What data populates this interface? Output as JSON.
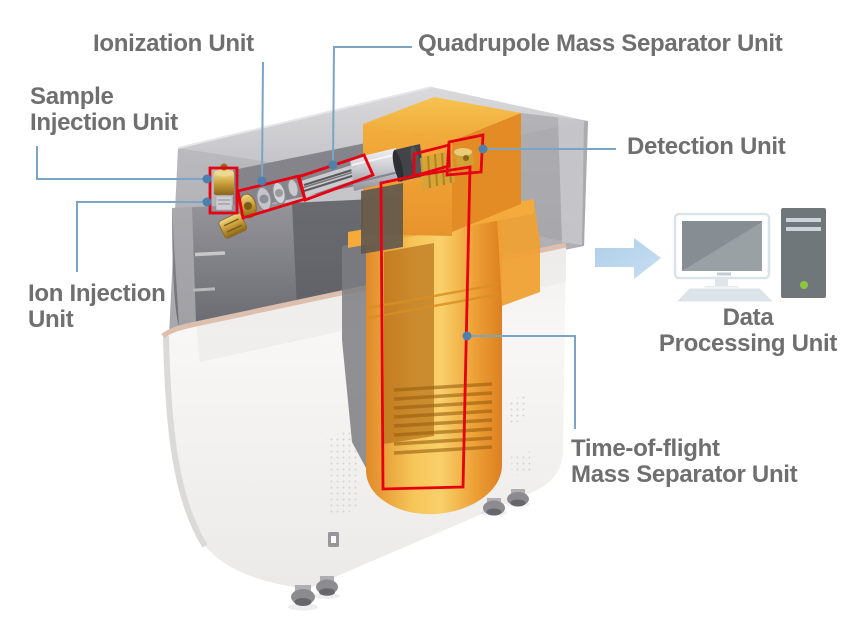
{
  "page": {
    "background": "#ffffff",
    "description": "Labeled cutaway diagram of a quadrupole time-of-flight mass spectrometer with data processing computer"
  },
  "units": [
    {
      "id": "sample-injection",
      "label_lines": [
        "Sample",
        "Injection Unit"
      ]
    },
    {
      "id": "ionization",
      "label_lines": [
        "Ionization Unit"
      ]
    },
    {
      "id": "quadrupole",
      "label_lines": [
        "Quadrupole Mass Separator Unit"
      ]
    },
    {
      "id": "ion-injection",
      "label_lines": [
        "Ion Injection",
        "Unit"
      ]
    },
    {
      "id": "detection",
      "label_lines": [
        "Detection Unit"
      ]
    },
    {
      "id": "tof",
      "label_lines": [
        "Time-of-flight",
        "Mass Separator Unit"
      ]
    },
    {
      "id": "data-processing",
      "label_lines": [
        "Data",
        "Processing Unit"
      ]
    }
  ],
  "icons": {
    "flow_arrow": "right-arrow-icon",
    "monitor": "desktop-monitor-icon",
    "tower": "pc-tower-icon",
    "keyboard": "keyboard-icon"
  },
  "colors": {
    "label_text": "#6f6f6f",
    "highlight_box": "#e60012",
    "leader_line": "#7ca4c6",
    "leader_dot": "#4d80ad",
    "arrow_fill": "#b9d5ec",
    "instrument_orange": "#f2a838",
    "instrument_gray": "#b4b4b8",
    "power_led": "#8dc63f"
  }
}
